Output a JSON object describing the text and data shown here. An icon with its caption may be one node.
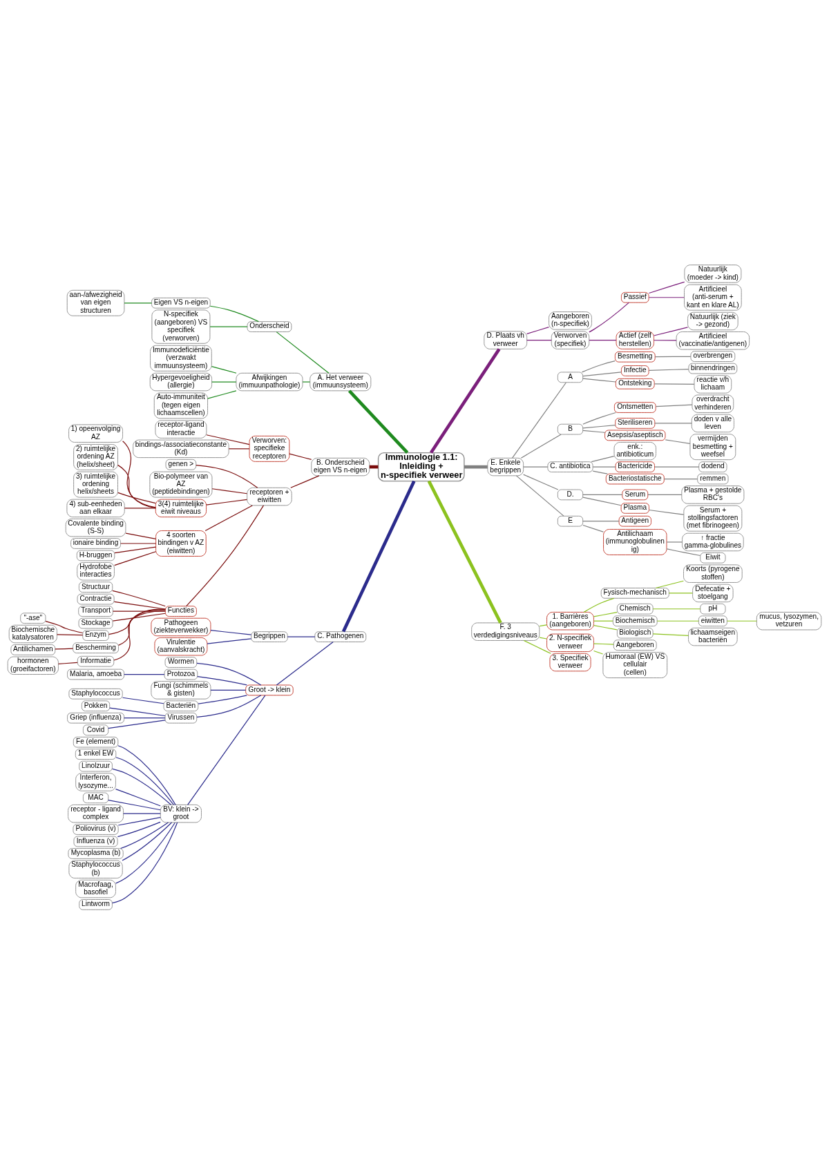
{
  "diagram": {
    "nodes": [
      {
        "text": [
          "Immunologie 1.1: Inleiding + n-specifiek verweer"
        ]
      },
      {
        "text": [
          "A. Het verweer (immuunsysteem)"
        ]
      },
      {
        "text": [
          "Onderscheid"
        ]
      },
      {
        "text": [
          "Eigen VS n-eigen"
        ]
      },
      {
        "text": [
          "aan-/afwezigheid van eigen structuren"
        ]
      },
      {
        "text": [
          "N-specifiek (aangeboren) VS specifiek (verworven)"
        ]
      },
      {
        "text": [
          "Afwijkingen (immuunpathologie)"
        ]
      },
      {
        "text": [
          "Immunodeficiëntie (verzwakt immuunsysteem)"
        ]
      },
      {
        "text": [
          "Hypergevoeligheid (allergie)"
        ]
      },
      {
        "text": [
          "Auto-immuniteit (tegen eigen lichaamscellen)"
        ]
      },
      {
        "text": [
          "B. Onderscheid eigen VS n-eigen"
        ]
      },
      {
        "text": [
          "Verworven: specifieke receptoren"
        ]
      },
      {
        "text": [
          "receptor-ligand interactie"
        ]
      },
      {
        "text": [
          "bindings-/associatieconstante (Kd)"
        ]
      },
      {
        "text": [
          "receptoren + eiwitten"
        ]
      },
      {
        "text": [
          "genen >"
        ]
      },
      {
        "text": [
          "Bio-polymeer van AZ (peptidebindingen)"
        ]
      },
      {
        "text": [
          "3(4) ruimtelijke eiwit niveaus"
        ]
      },
      {
        "text": [
          "1) opeenvolging AZ"
        ]
      },
      {
        "text": [
          "2) ruimtelijke ordening AZ (helix/sheet)"
        ]
      },
      {
        "text": [
          "3) ruimtelijke ordening helix/sheets"
        ]
      },
      {
        "text": [
          "4) sub-eenheden aan elkaar"
        ]
      },
      {
        "text": [
          "4 soorten bindingen v AZ (eiwitten)"
        ]
      },
      {
        "text": [
          "Covalente binding (S-S)"
        ]
      },
      {
        "text": [
          "ionaire binding"
        ]
      },
      {
        "text": [
          "H-bruggen"
        ]
      },
      {
        "text": [
          "Hydrofobe interacties"
        ]
      },
      {
        "text": [
          "Functies"
        ]
      },
      {
        "text": [
          "Structuur"
        ]
      },
      {
        "text": [
          "Contractie"
        ]
      },
      {
        "text": [
          "Transport"
        ]
      },
      {
        "text": [
          "Stockage"
        ]
      },
      {
        "text": [
          "Enzym"
        ]
      },
      {
        "text": [
          "\"-ase\""
        ]
      },
      {
        "text": [
          "Biochemische katalysatoren"
        ]
      },
      {
        "text": [
          "Bescherming"
        ]
      },
      {
        "text": [
          "Antilichamen"
        ]
      },
      {
        "text": [
          "Informatie"
        ]
      },
      {
        "text": [
          "hormonen (groeifactoren)"
        ]
      },
      {
        "text": [
          "C. Pathogenen"
        ]
      },
      {
        "text": [
          "Begrippen"
        ]
      },
      {
        "text": [
          "Pathogeen (ziekteverwekker)"
        ]
      },
      {
        "text": [
          "Virulentie (aanvalskracht)"
        ]
      },
      {
        "text": [
          "Groot -> klein"
        ]
      },
      {
        "text": [
          "Wormen"
        ]
      },
      {
        "text": [
          "Protozoa"
        ]
      },
      {
        "text": [
          "Malaria, amoeba"
        ]
      },
      {
        "text": [
          "Fungi (schimmels & gisten)"
        ]
      },
      {
        "text": [
          "Bacteriën"
        ]
      },
      {
        "text": [
          "Staphylococcus"
        ]
      },
      {
        "text": [
          "Virussen"
        ]
      },
      {
        "text": [
          "Pokken"
        ]
      },
      {
        "text": [
          "Griep (influenza)"
        ]
      },
      {
        "text": [
          "Covid"
        ]
      },
      {
        "text": [
          "BV: klein -> groot"
        ]
      },
      {
        "text": [
          "Fe (element)"
        ]
      },
      {
        "text": [
          "1 enkel EW"
        ]
      },
      {
        "text": [
          "Linolzuur"
        ]
      },
      {
        "text": [
          "Interferon, lysozyme..."
        ]
      },
      {
        "text": [
          "MAC"
        ]
      },
      {
        "text": [
          "receptor - ligand complex"
        ]
      },
      {
        "text": [
          "Poliovirus (v)"
        ]
      },
      {
        "text": [
          "Influenza (v)"
        ]
      },
      {
        "text": [
          "Mycoplasma (b)"
        ]
      },
      {
        "text": [
          "Staphylococcus (b)"
        ]
      },
      {
        "text": [
          "Macrofaag, basofiel"
        ]
      },
      {
        "text": [
          "Lintworm"
        ]
      },
      {
        "text": [
          "D. Plaats vh verweer"
        ]
      },
      {
        "text": [
          "Aangeboren (n-specifiek)"
        ]
      },
      {
        "text": [
          "Verworven (specifiek)"
        ]
      },
      {
        "text": [
          "Passief"
        ]
      },
      {
        "text": [
          "Natuurlijk (moeder -> kind)"
        ]
      },
      {
        "text": [
          "Artificieel (anti-serum + kant en klare AL)"
        ]
      },
      {
        "text": [
          "Actief (zelf herstellen)"
        ]
      },
      {
        "text": [
          "Natuurlijk (ziek -> gezond)"
        ]
      },
      {
        "text": [
          "Artificieel (vaccinatie/antigenen)"
        ]
      },
      {
        "text": [
          "E. Enkele begrippen"
        ]
      },
      {
        "text": [
          "A"
        ]
      },
      {
        "text": [
          "Besmetting"
        ]
      },
      {
        "text": [
          "overbrengen"
        ]
      },
      {
        "text": [
          "Infectie"
        ]
      },
      {
        "text": [
          "binnendringen"
        ]
      },
      {
        "text": [
          "Ontsteking"
        ]
      },
      {
        "text": [
          "reactie v/h lichaam"
        ]
      },
      {
        "text": [
          "B"
        ]
      },
      {
        "text": [
          "Ontsmetten"
        ]
      },
      {
        "text": [
          "overdracht verhinderen"
        ]
      },
      {
        "text": [
          "Steriliseren"
        ]
      },
      {
        "text": [
          "doden v alle leven"
        ]
      },
      {
        "text": [
          "Asepsis/aseptisch"
        ]
      },
      {
        "text": [
          "vermijden besmetting + weefsel"
        ]
      },
      {
        "text": [
          "C. antibiotica"
        ]
      },
      {
        "text": [
          "enk.: antibioticum"
        ]
      },
      {
        "text": [
          "Bactericide"
        ]
      },
      {
        "text": [
          "dodend"
        ]
      },
      {
        "text": [
          "Bacteriostatische"
        ]
      },
      {
        "text": [
          "remmen"
        ]
      },
      {
        "text": [
          "D."
        ]
      },
      {
        "text": [
          "Serum"
        ]
      },
      {
        "text": [
          "Plasma + gestolde RBC's"
        ]
      },
      {
        "text": [
          "Plasma"
        ]
      },
      {
        "text": [
          "Serum + stollingsfactoren (met fibrinogeen)"
        ]
      },
      {
        "text": [
          "E"
        ]
      },
      {
        "text": [
          "Antigeen"
        ]
      },
      {
        "text": [
          "Antilichaam (immunoglobulinen ig)"
        ]
      },
      {
        "text": [
          "↑ fractie gamma-globulines"
        ]
      },
      {
        "text": [
          "Eiwit"
        ]
      },
      {
        "text": [
          "F. 3 verdedigingsniveaus"
        ]
      },
      {
        "text": [
          "1. Barrières (aangeboren)"
        ]
      },
      {
        "text": [
          "Fysisch-mechanisch"
        ]
      },
      {
        "text": [
          "Koorts (pyrogene stoffen)"
        ]
      },
      {
        "text": [
          "Defecatie + stoelgang"
        ]
      },
      {
        "text": [
          "Chemisch"
        ]
      },
      {
        "text": [
          "pH"
        ]
      },
      {
        "text": [
          "Biochemisch"
        ]
      },
      {
        "text": [
          "eiwitten"
        ]
      },
      {
        "text": [
          "mucus, lysozymen, vetzuren"
        ]
      },
      {
        "text": [
          "Biologisch"
        ]
      },
      {
        "text": [
          "lichaamseigen bacteriën"
        ]
      },
      {
        "text": [
          "2. N-specifiek verweer"
        ]
      },
      {
        "text": [
          "Aangeboren"
        ]
      },
      {
        "text": [
          "Humoraal (EW) VS cellulair (cellen)"
        ]
      },
      {
        "text": [
          "3. Specifiek verweer"
        ]
      }
    ],
    "edges": [
      {
        "from": 0,
        "to": 1,
        "arrow": "none",
        "style": "thick",
        "color": "#1f8a1f"
      },
      {
        "from": 1,
        "to": 2,
        "arrow": "none",
        "color": "#1f8a1f"
      },
      {
        "from": 2,
        "to": 3,
        "arrow": "none",
        "color": "#1f8a1f"
      },
      {
        "from": 3,
        "to": 4,
        "arrow": "none",
        "color": "#1f8a1f"
      },
      {
        "from": 2,
        "to": 5,
        "arrow": "none",
        "color": "#1f8a1f"
      },
      {
        "from": 1,
        "to": 6,
        "arrow": "none",
        "color": "#1f8a1f"
      },
      {
        "from": 6,
        "to": 7,
        "arrow": "none",
        "color": "#1f8a1f"
      },
      {
        "from": 6,
        "to": 8,
        "arrow": "none",
        "color": "#1f8a1f"
      },
      {
        "from": 6,
        "to": 9,
        "arrow": "none",
        "color": "#1f8a1f"
      },
      {
        "from": 0,
        "to": 10,
        "arrow": "none",
        "style": "thick",
        "color": "#7a0c0c"
      },
      {
        "from": 10,
        "to": 11,
        "arrow": "none",
        "color": "#7a0c0c"
      },
      {
        "from": 11,
        "to": 12,
        "arrow": "none",
        "color": "#7a0c0c"
      },
      {
        "from": 11,
        "to": 13,
        "arrow": "none",
        "color": "#7a0c0c"
      },
      {
        "from": 10,
        "to": 14,
        "arrow": "none",
        "color": "#7a0c0c"
      },
      {
        "from": 14,
        "to": 15,
        "arrow": "none",
        "color": "#7a0c0c"
      },
      {
        "from": 14,
        "to": 16,
        "arrow": "none",
        "color": "#7a0c0c"
      },
      {
        "from": 14,
        "to": 17,
        "arrow": "none",
        "color": "#7a0c0c"
      },
      {
        "from": 17,
        "to": 18,
        "arrow": "none",
        "color": "#7a0c0c"
      },
      {
        "from": 17,
        "to": 19,
        "arrow": "none",
        "color": "#7a0c0c"
      },
      {
        "from": 17,
        "to": 20,
        "arrow": "none",
        "color": "#7a0c0c"
      },
      {
        "from": 17,
        "to": 21,
        "arrow": "none",
        "color": "#7a0c0c"
      },
      {
        "from": 14,
        "to": 22,
        "arrow": "none",
        "color": "#7a0c0c"
      },
      {
        "from": 22,
        "to": 23,
        "arrow": "none",
        "color": "#7a0c0c"
      },
      {
        "from": 22,
        "to": 24,
        "arrow": "none",
        "color": "#7a0c0c"
      },
      {
        "from": 22,
        "to": 25,
        "arrow": "none",
        "color": "#7a0c0c"
      },
      {
        "from": 22,
        "to": 26,
        "arrow": "none",
        "color": "#7a0c0c"
      },
      {
        "from": 14,
        "to": 27,
        "arrow": "none",
        "color": "#7a0c0c"
      },
      {
        "from": 27,
        "to": 28,
        "arrow": "none",
        "color": "#7a0c0c"
      },
      {
        "from": 27,
        "to": 29,
        "arrow": "none",
        "color": "#7a0c0c"
      },
      {
        "from": 27,
        "to": 30,
        "arrow": "none",
        "color": "#7a0c0c"
      },
      {
        "from": 27,
        "to": 31,
        "arrow": "none",
        "color": "#7a0c0c"
      },
      {
        "from": 27,
        "to": 32,
        "arrow": "none",
        "color": "#7a0c0c"
      },
      {
        "from": 32,
        "to": 33,
        "arrow": "none",
        "color": "#7a0c0c"
      },
      {
        "from": 32,
        "to": 34,
        "arrow": "none",
        "color": "#7a0c0c"
      },
      {
        "from": 27,
        "to": 35,
        "arrow": "none",
        "color": "#7a0c0c"
      },
      {
        "from": 35,
        "to": 36,
        "arrow": "none",
        "color": "#7a0c0c"
      },
      {
        "from": 27,
        "to": 37,
        "arrow": "none",
        "color": "#7a0c0c"
      },
      {
        "from": 37,
        "to": 38,
        "arrow": "none",
        "color": "#7a0c0c"
      },
      {
        "from": 0,
        "to": 39,
        "arrow": "none",
        "style": "thick",
        "color": "#2b2b8c"
      },
      {
        "from": 39,
        "to": 40,
        "arrow": "none",
        "color": "#2b2b8c"
      },
      {
        "from": 40,
        "to": 41,
        "arrow": "none",
        "color": "#2b2b8c"
      },
      {
        "from": 40,
        "to": 42,
        "arrow": "none",
        "color": "#2b2b8c"
      },
      {
        "from": 39,
        "to": 43,
        "arrow": "none",
        "color": "#2b2b8c"
      },
      {
        "from": 43,
        "to": 44,
        "arrow": "none",
        "color": "#2b2b8c"
      },
      {
        "from": 43,
        "to": 45,
        "arrow": "none",
        "color": "#2b2b8c"
      },
      {
        "from": 45,
        "to": 46,
        "arrow": "none",
        "color": "#2b2b8c"
      },
      {
        "from": 43,
        "to": 47,
        "arrow": "none",
        "color": "#2b2b8c"
      },
      {
        "from": 43,
        "to": 48,
        "arrow": "none",
        "color": "#2b2b8c"
      },
      {
        "from": 48,
        "to": 49,
        "arrow": "none",
        "color": "#2b2b8c"
      },
      {
        "from": 43,
        "to": 50,
        "arrow": "none",
        "color": "#2b2b8c"
      },
      {
        "from": 50,
        "to": 51,
        "arrow": "none",
        "color": "#2b2b8c"
      },
      {
        "from": 50,
        "to": 52,
        "arrow": "none",
        "color": "#2b2b8c"
      },
      {
        "from": 50,
        "to": 53,
        "arrow": "none",
        "color": "#2b2b8c"
      },
      {
        "from": 43,
        "to": 54,
        "arrow": "none",
        "color": "#2b2b8c"
      },
      {
        "from": 54,
        "to": 55,
        "arrow": "none",
        "color": "#2b2b8c"
      },
      {
        "from": 54,
        "to": 56,
        "arrow": "none",
        "color": "#2b2b8c"
      },
      {
        "from": 54,
        "to": 57,
        "arrow": "none",
        "color": "#2b2b8c"
      },
      {
        "from": 54,
        "to": 58,
        "arrow": "none",
        "color": "#2b2b8c"
      },
      {
        "from": 54,
        "to": 59,
        "arrow": "none",
        "color": "#2b2b8c"
      },
      {
        "from": 54,
        "to": 60,
        "arrow": "none",
        "color": "#2b2b8c"
      },
      {
        "from": 54,
        "to": 61,
        "arrow": "none",
        "color": "#2b2b8c"
      },
      {
        "from": 54,
        "to": 62,
        "arrow": "none",
        "color": "#2b2b8c"
      },
      {
        "from": 54,
        "to": 63,
        "arrow": "none",
        "color": "#2b2b8c"
      },
      {
        "from": 54,
        "to": 64,
        "arrow": "none",
        "color": "#2b2b8c"
      },
      {
        "from": 54,
        "to": 65,
        "arrow": "none",
        "color": "#2b2b8c"
      },
      {
        "from": 54,
        "to": 66,
        "arrow": "none",
        "color": "#2b2b8c"
      },
      {
        "from": 0,
        "to": 67,
        "arrow": "none",
        "style": "thick",
        "color": "#7b1f7b"
      },
      {
        "from": 67,
        "to": 68,
        "arrow": "none",
        "color": "#7b1f7b"
      },
      {
        "from": 67,
        "to": 69,
        "arrow": "none",
        "color": "#7b1f7b"
      },
      {
        "from": 69,
        "to": 70,
        "arrow": "none",
        "color": "#7b1f7b"
      },
      {
        "from": 70,
        "to": 71,
        "arrow": "none",
        "color": "#7b1f7b"
      },
      {
        "from": 70,
        "to": 72,
        "arrow": "none",
        "color": "#7b1f7b"
      },
      {
        "from": 69,
        "to": 73,
        "arrow": "none",
        "color": "#7b1f7b"
      },
      {
        "from": 73,
        "to": 74,
        "arrow": "none",
        "color": "#7b1f7b"
      },
      {
        "from": 73,
        "to": 75,
        "arrow": "none",
        "color": "#7b1f7b"
      },
      {
        "from": 0,
        "to": 76,
        "arrow": "none",
        "style": "thick",
        "color": "#808080"
      },
      {
        "from": 76,
        "to": 77,
        "arrow": "none",
        "color": "#808080"
      },
      {
        "from": 77,
        "to": 78,
        "arrow": "none",
        "color": "#808080"
      },
      {
        "from": 78,
        "to": 79,
        "arrow": "none",
        "color": "#808080"
      },
      {
        "from": 77,
        "to": 80,
        "arrow": "none",
        "color": "#808080"
      },
      {
        "from": 80,
        "to": 81,
        "arrow": "none",
        "color": "#808080"
      },
      {
        "from": 77,
        "to": 82,
        "arrow": "none",
        "color": "#808080"
      },
      {
        "from": 82,
        "to": 83,
        "arrow": "none",
        "color": "#808080"
      },
      {
        "from": 76,
        "to": 84,
        "arrow": "none",
        "color": "#808080"
      },
      {
        "from": 84,
        "to": 85,
        "arrow": "none",
        "color": "#808080"
      },
      {
        "from": 85,
        "to": 86,
        "arrow": "none",
        "color": "#808080"
      },
      {
        "from": 84,
        "to": 87,
        "arrow": "none",
        "color": "#808080"
      },
      {
        "from": 87,
        "to": 88,
        "arrow": "none",
        "color": "#808080"
      },
      {
        "from": 84,
        "to": 89,
        "arrow": "none",
        "color": "#808080"
      },
      {
        "from": 89,
        "to": 90,
        "arrow": "none",
        "color": "#808080"
      },
      {
        "from": 76,
        "to": 91,
        "arrow": "none",
        "color": "#808080"
      },
      {
        "from": 91,
        "to": 92,
        "arrow": "none",
        "color": "#808080"
      },
      {
        "from": 91,
        "to": 93,
        "arrow": "none",
        "color": "#808080"
      },
      {
        "from": 93,
        "to": 94,
        "arrow": "none",
        "color": "#808080"
      },
      {
        "from": 91,
        "to": 95,
        "arrow": "none",
        "color": "#808080"
      },
      {
        "from": 95,
        "to": 96,
        "arrow": "none",
        "color": "#808080"
      },
      {
        "from": 76,
        "to": 97,
        "arrow": "none",
        "color": "#808080"
      },
      {
        "from": 97,
        "to": 98,
        "arrow": "none",
        "color": "#808080"
      },
      {
        "from": 98,
        "to": 99,
        "arrow": "none",
        "color": "#808080"
      },
      {
        "from": 97,
        "to": 100,
        "arrow": "none",
        "color": "#808080"
      },
      {
        "from": 100,
        "to": 101,
        "arrow": "none",
        "color": "#808080"
      },
      {
        "from": 76,
        "to": 102,
        "arrow": "none",
        "color": "#808080"
      },
      {
        "from": 102,
        "to": 103,
        "arrow": "none",
        "color": "#808080"
      },
      {
        "from": 102,
        "to": 104,
        "arrow": "none",
        "color": "#808080"
      },
      {
        "from": 104,
        "to": 105,
        "arrow": "none",
        "color": "#808080"
      },
      {
        "from": 104,
        "to": 106,
        "arrow": "none",
        "color": "#808080"
      },
      {
        "from": 0,
        "to": 107,
        "arrow": "none",
        "style": "thick",
        "color": "#8cc21f"
      },
      {
        "from": 107,
        "to": 108,
        "arrow": "none",
        "color": "#8cc21f"
      },
      {
        "from": 108,
        "to": 109,
        "arrow": "none",
        "color": "#8cc21f"
      },
      {
        "from": 109,
        "to": 110,
        "arrow": "none",
        "color": "#8cc21f"
      },
      {
        "from": 109,
        "to": 111,
        "arrow": "none",
        "color": "#8cc21f"
      },
      {
        "from": 108,
        "to": 112,
        "arrow": "none",
        "color": "#8cc21f"
      },
      {
        "from": 112,
        "to": 113,
        "arrow": "none",
        "color": "#8cc21f"
      },
      {
        "from": 108,
        "to": 114,
        "arrow": "none",
        "color": "#8cc21f"
      },
      {
        "from": 114,
        "to": 115,
        "arrow": "none",
        "color": "#8cc21f"
      },
      {
        "from": 115,
        "to": 116,
        "arrow": "none",
        "color": "#8cc21f"
      },
      {
        "from": 108,
        "to": 117,
        "arrow": "none",
        "color": "#8cc21f"
      },
      {
        "from": 117,
        "to": 118,
        "arrow": "none",
        "color": "#8cc21f"
      },
      {
        "from": 107,
        "to": 119,
        "arrow": "none",
        "color": "#8cc21f"
      },
      {
        "from": 119,
        "to": 120,
        "arrow": "none",
        "color": "#8cc21f"
      },
      {
        "from": 119,
        "to": 121,
        "arrow": "none",
        "color": "#8cc21f"
      },
      {
        "from": 107,
        "to": 122,
        "arrow": "none",
        "color": "#8cc21f"
      }
    ]
  }
}
